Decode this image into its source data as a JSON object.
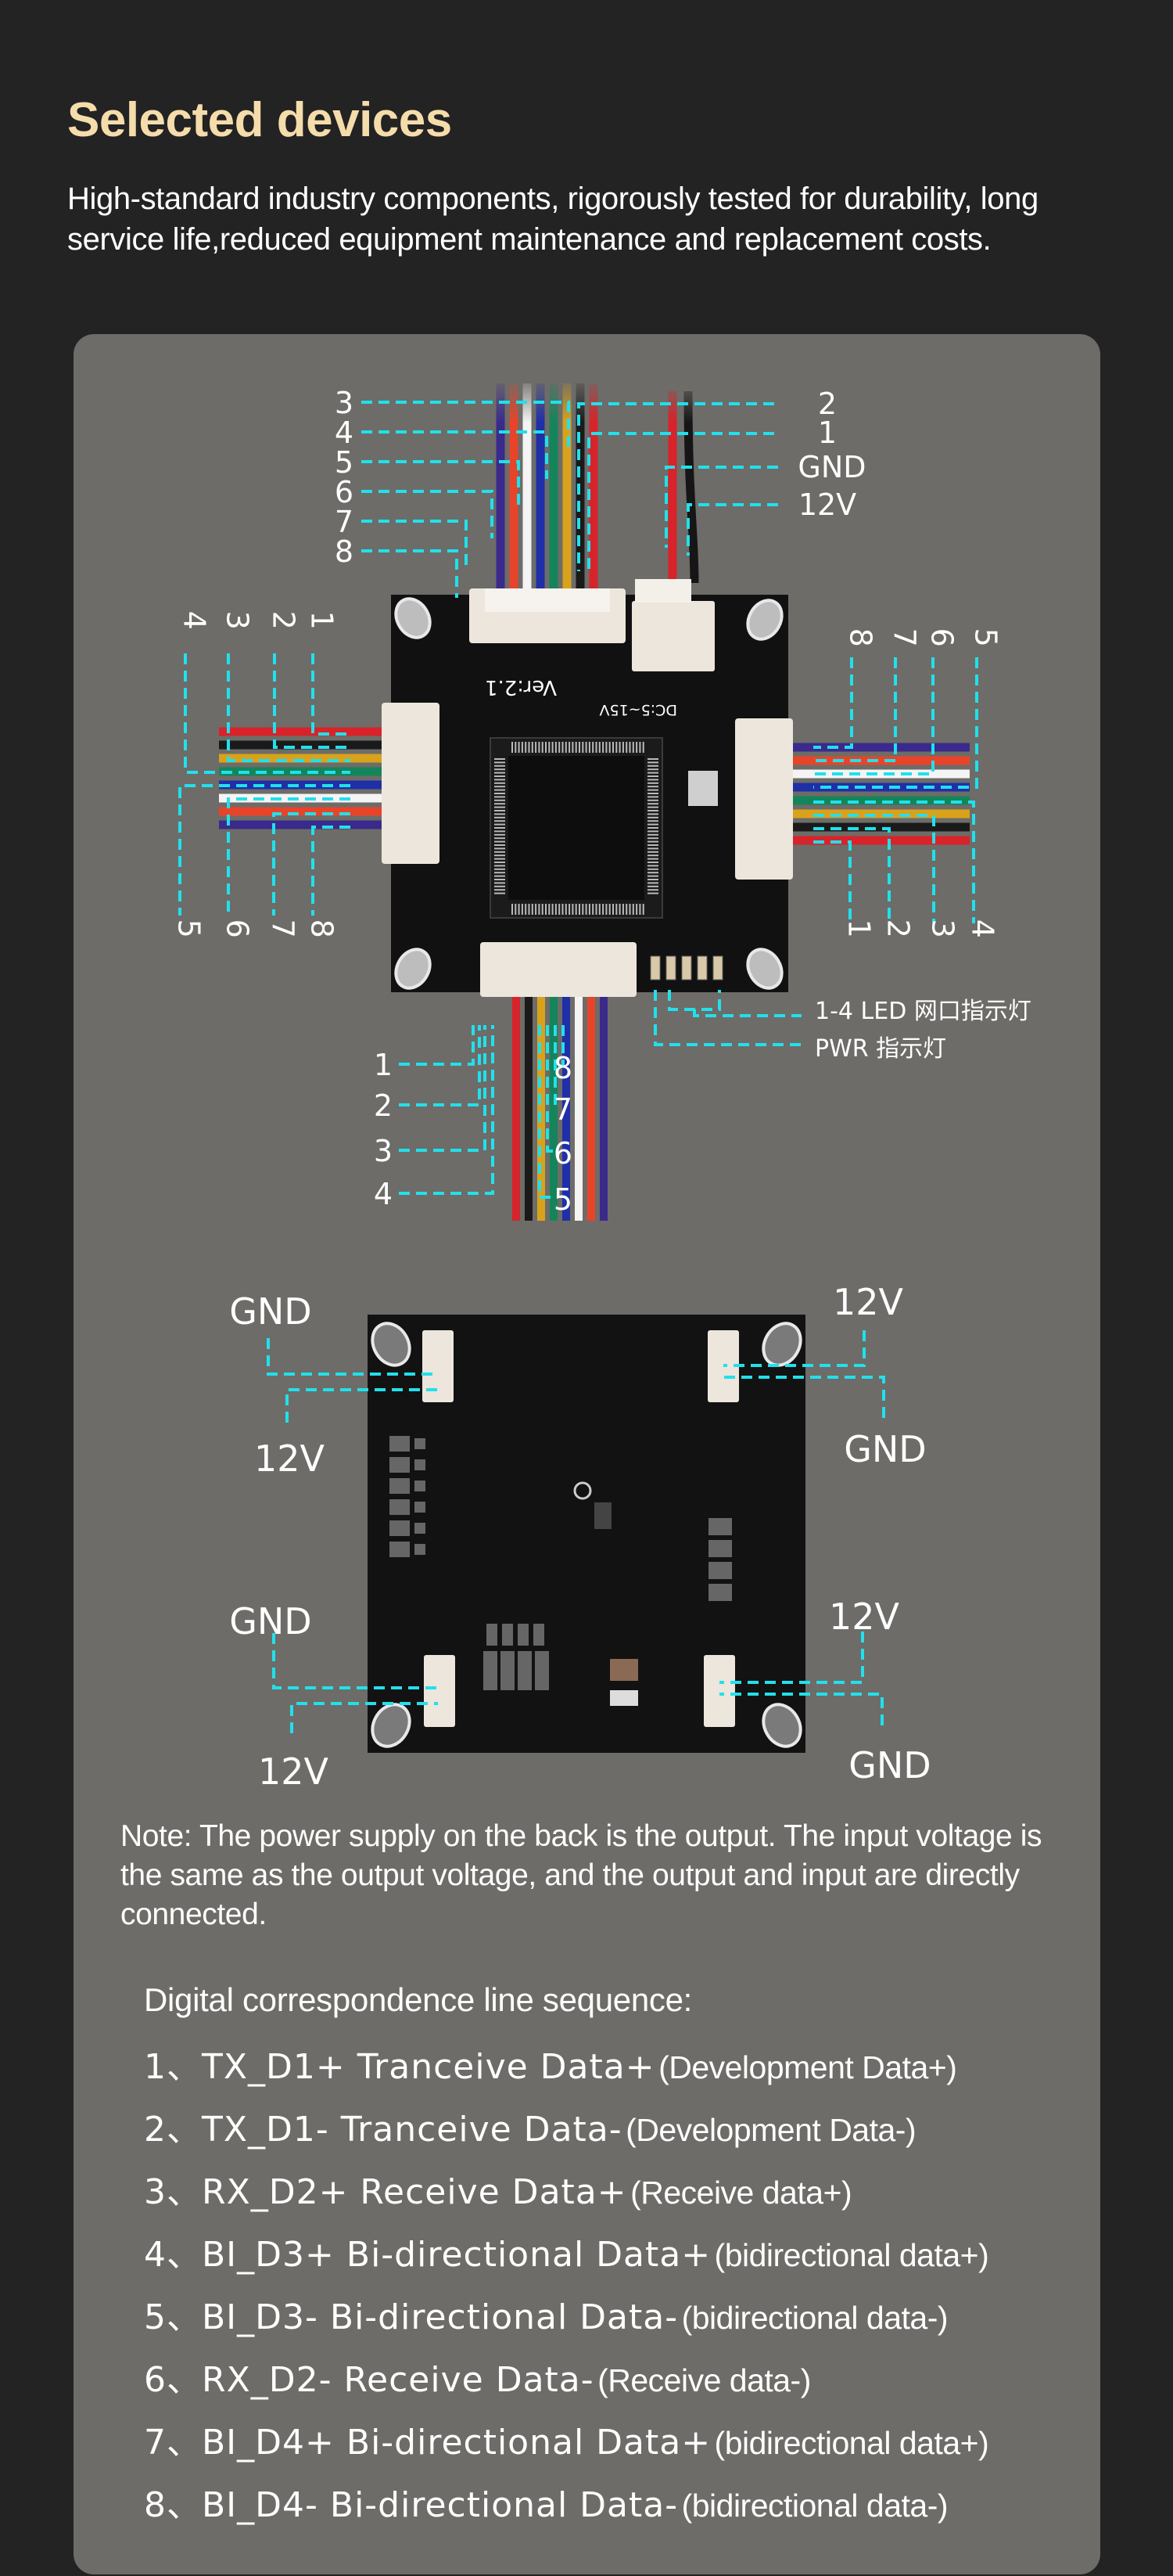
{
  "header": {
    "title": "Selected devices",
    "intro": "High-standard industry components, rigorously tested for durability, long service life,reduced equipment maintenance and replacement costs."
  },
  "colors": {
    "background": "#232323",
    "panel": "#6d6c68",
    "title": "#f5dcab",
    "annotation_line": "#22e0ec",
    "pcb": "#111111"
  },
  "front_board": {
    "silkscreen_version": "Ver:2.1",
    "silkscreen_voltage": "DC:5~15V",
    "top_connector_left_labels": [
      "3",
      "4",
      "5",
      "6",
      "7",
      "8"
    ],
    "top_connector_right_labels": [
      "2",
      "1"
    ],
    "power_labels": [
      "GND",
      "12V"
    ],
    "left_connector_top_labels": [
      "4",
      "3",
      "2",
      "1"
    ],
    "left_connector_bottom_labels": [
      "5",
      "6",
      "7",
      "8"
    ],
    "right_connector_top_labels": [
      "8",
      "7",
      "6",
      "5"
    ],
    "right_connector_bottom_labels": [
      "1",
      "2",
      "3",
      "4"
    ],
    "bottom_connector_left_labels": [
      "1",
      "2",
      "3",
      "4"
    ],
    "bottom_connector_right_labels": [
      "8",
      "7",
      "6",
      "5"
    ],
    "led_label": "1-4 LED 网口指示灯",
    "pwr_label": "PWR 指示灯",
    "wire_colors": [
      "#d8232a",
      "#1a1a1a",
      "#d9a21b",
      "#14855a",
      "#1f2fa8",
      "#f4f4f4",
      "#e8442a",
      "#3a2a8c"
    ]
  },
  "back_board": {
    "top_left": [
      "GND",
      "12V"
    ],
    "top_right": [
      "12V",
      "GND"
    ],
    "bottom_left": [
      "GND",
      "12V"
    ],
    "bottom_right": [
      "12V",
      "GND"
    ]
  },
  "note": "Note: The power supply on the back is the output. The input voltage is the same as the output voltage, and the output and input are directly connected.",
  "sequence": {
    "title": "Digital correspondence line sequence:",
    "items": [
      {
        "code": "1、TX_D1+ Tranceive Data+",
        "desc": "(Development Data+)"
      },
      {
        "code": "2、TX_D1- Tranceive Data-",
        "desc": "(Development Data-)"
      },
      {
        "code": "3、RX_D2+ Receive Data+",
        "desc": "(Receive data+)"
      },
      {
        "code": "4、BI_D3+ Bi-directional Data+",
        "desc": "(bidirectional data+)"
      },
      {
        "code": "5、BI_D3- Bi-directional Data-",
        "desc": "(bidirectional data-)"
      },
      {
        "code": "6、RX_D2- Receive Data-",
        "desc": "(Receive data-)"
      },
      {
        "code": "7、BI_D4+ Bi-directional Data+",
        "desc": "(bidirectional data+)"
      },
      {
        "code": "8、BI_D4- Bi-directional Data-",
        "desc": "(bidirectional data-)"
      }
    ]
  }
}
